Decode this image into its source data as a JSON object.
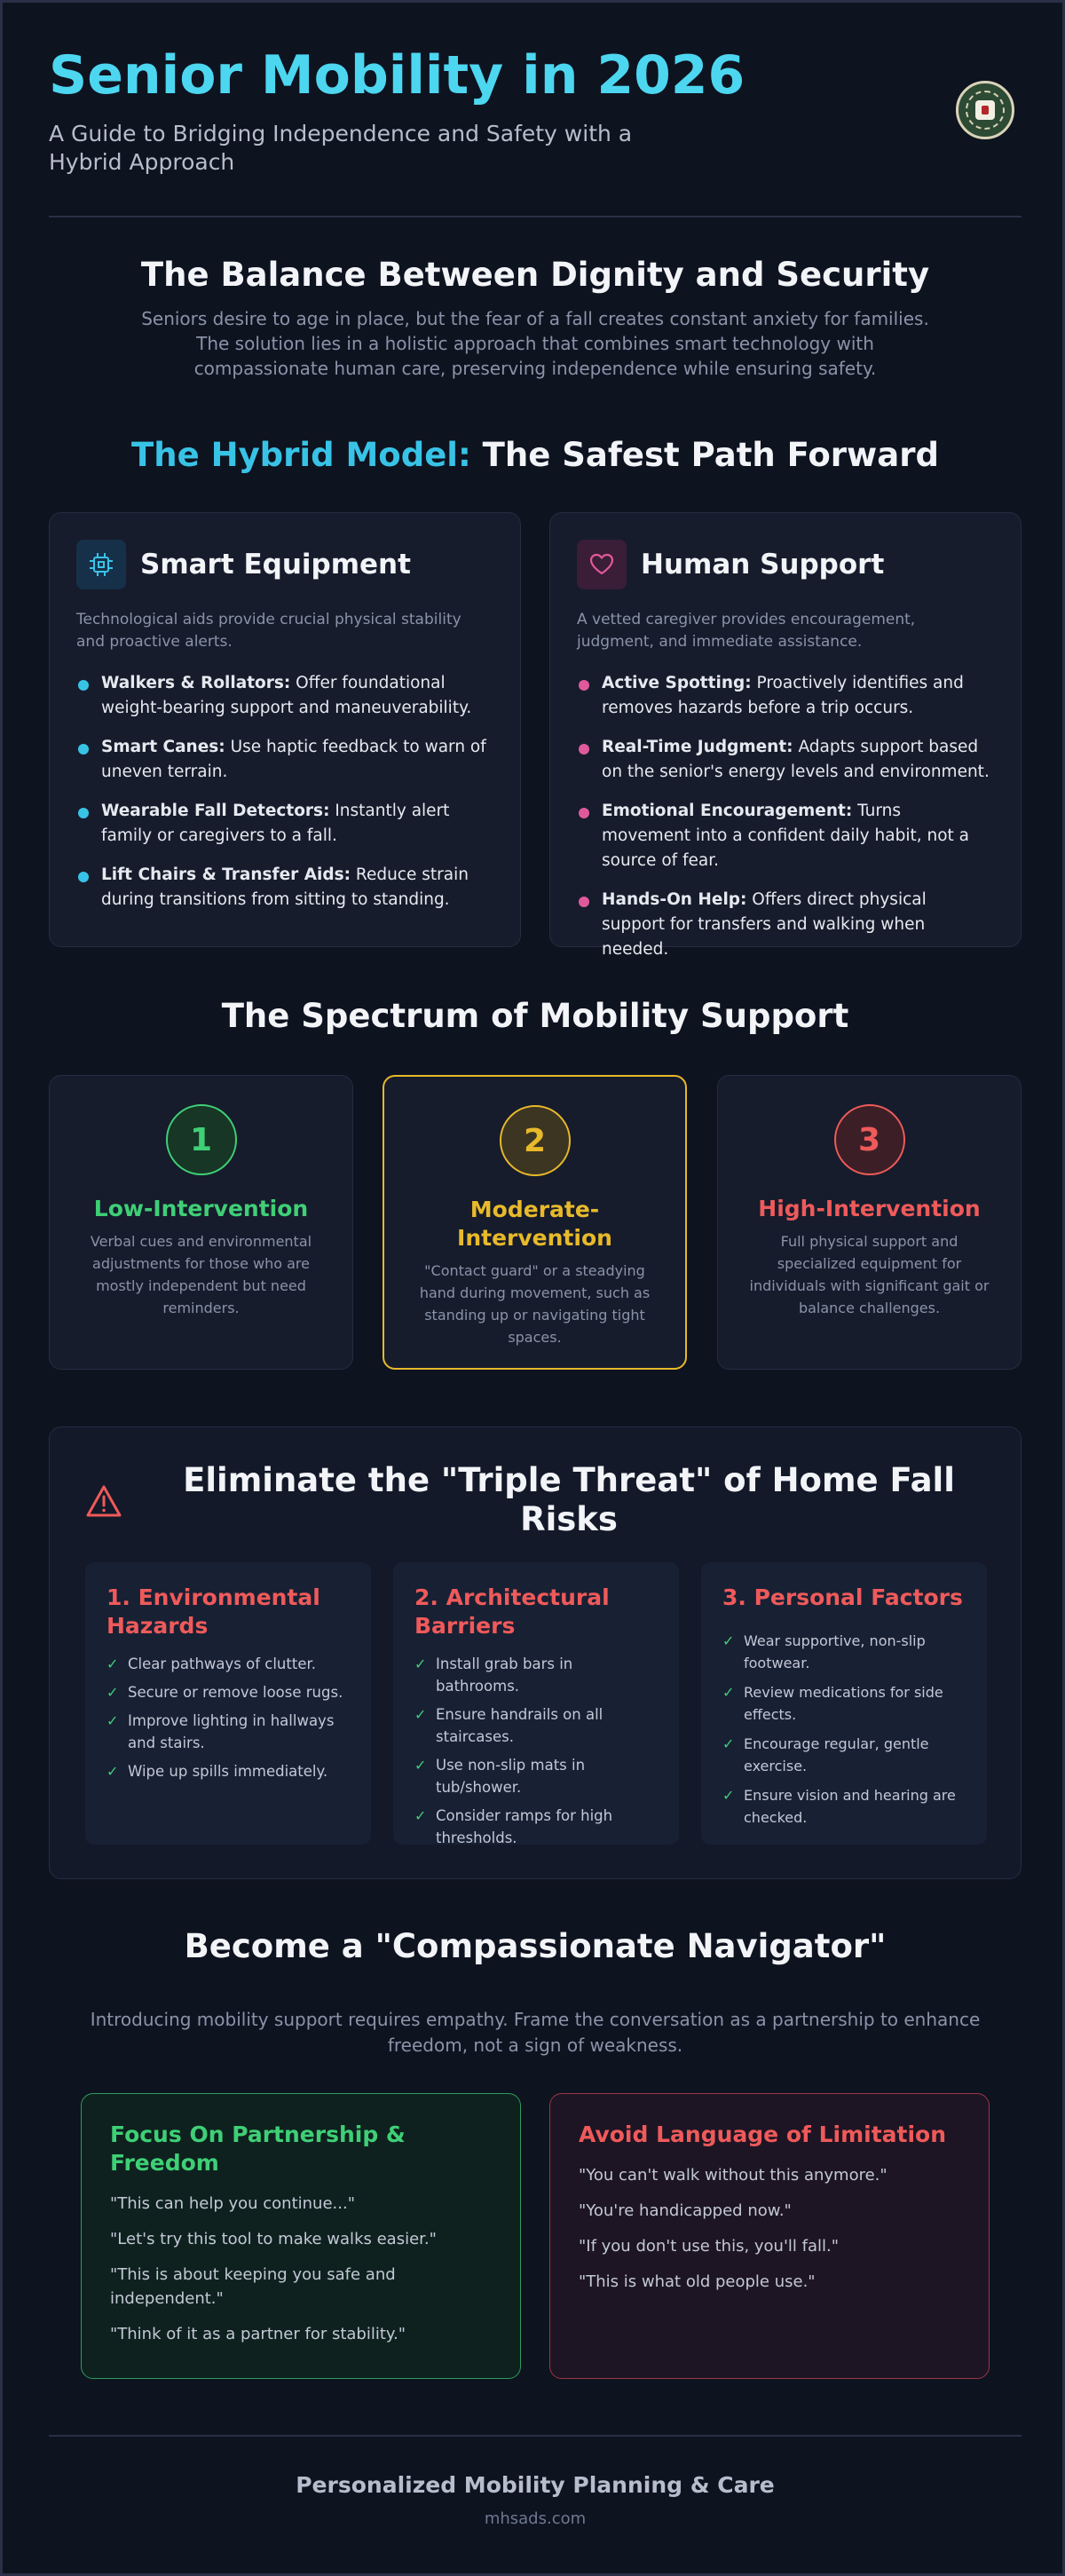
{
  "header": {
    "title": "Senior Mobility in 2026",
    "subtitle": "A Guide to Bridging Independence and Safety with a Hybrid Approach"
  },
  "balance": {
    "title": "The Balance Between Dignity and Security",
    "text": "Seniors desire to age in place, but the fear of a fall creates constant anxiety for families. The solution lies in a holistic approach that combines smart technology with compassionate human care, preserving independence while ensuring safety."
  },
  "hybrid": {
    "title_accent": "The Hybrid Model:",
    "title_rest": " The Safest Path Forward",
    "smart": {
      "title": "Smart Equipment",
      "desc": "Technological aids provide crucial physical stability and proactive alerts.",
      "items": [
        {
          "term": "Walkers & Rollators:",
          "text": " Offer foundational weight-bearing support and maneuverability."
        },
        {
          "term": "Smart Canes:",
          "text": " Use haptic feedback to warn of uneven terrain."
        },
        {
          "term": "Wearable Fall Detectors:",
          "text": " Instantly alert family or caregivers to a fall."
        },
        {
          "term": "Lift Chairs & Transfer Aids:",
          "text": " Reduce strain during transitions from sitting to standing."
        }
      ]
    },
    "human": {
      "title": "Human Support",
      "desc": "A vetted caregiver provides encouragement, judgment, and immediate assistance.",
      "items": [
        {
          "term": "Active Spotting:",
          "text": " Proactively identifies and removes hazards before a trip occurs."
        },
        {
          "term": "Real-Time Judgment:",
          "text": " Adapts support based on the senior's energy levels and environment."
        },
        {
          "term": "Emotional Encouragement:",
          "text": " Turns movement into a confident daily habit, not a source of fear."
        },
        {
          "term": "Hands-On Help:",
          "text": " Offers direct physical support for transfers and walking when needed."
        }
      ]
    }
  },
  "spectrum": {
    "title": "The Spectrum of Mobility Support",
    "levels": [
      {
        "num": "1",
        "title": "Low-Intervention",
        "desc": "Verbal cues and environmental adjustments for those who are mostly independent but need reminders."
      },
      {
        "num": "2",
        "title": "Moderate-Intervention",
        "desc": "\"Contact guard\" or a steadying hand during movement, such as standing up or navigating tight spaces."
      },
      {
        "num": "3",
        "title": "High-Intervention",
        "desc": "Full physical support and specialized equipment for individuals with significant gait or balance challenges."
      }
    ]
  },
  "threat": {
    "title": "Eliminate the \"Triple Threat\" of Home Fall Risks",
    "columns": [
      {
        "title": "1. Environmental Hazards",
        "items": [
          "Clear pathways of clutter.",
          "Secure or remove loose rugs.",
          "Improve lighting in hallways and stairs.",
          "Wipe up spills immediately."
        ]
      },
      {
        "title": "2. Architectural Barriers",
        "items": [
          "Install grab bars in bathrooms.",
          "Ensure handrails on all staircases.",
          "Use non-slip mats in tub/shower.",
          "Consider ramps for high thresholds."
        ]
      },
      {
        "title": "3. Personal Factors",
        "items": [
          "Wear supportive, non-slip footwear.",
          "Review medications for side effects.",
          "Encourage regular, gentle exercise.",
          "Ensure vision and hearing are checked."
        ]
      }
    ]
  },
  "navigator": {
    "title": "Become a \"Compassionate Navigator\"",
    "text": "Introducing mobility support requires empathy. Frame the conversation as a partnership to enhance freedom, not a sign of weakness.",
    "good": {
      "title": "Focus On Partnership & Freedom",
      "quotes": [
        "\"This can help you continue...\"",
        "\"Let's try this tool to make walks easier.\"",
        "\"This is about keeping you safe and independent.\"",
        "\"Think of it as a partner for stability.\""
      ]
    },
    "bad": {
      "title": "Avoid Language of Limitation",
      "quotes": [
        "\"You can't walk without this anymore.\"",
        "\"You're handicapped now.\"",
        "\"If you don't use this, you'll fall.\"",
        "\"This is what old people use.\""
      ]
    }
  },
  "footer": {
    "title": "Personalized Mobility Planning & Care",
    "site": "mhsads.com"
  },
  "colors": {
    "cyan": "#4dd6f0",
    "pink": "#e05a9b",
    "green": "#3fcf76",
    "amber": "#e8b92a",
    "red": "#ef5a5a"
  }
}
